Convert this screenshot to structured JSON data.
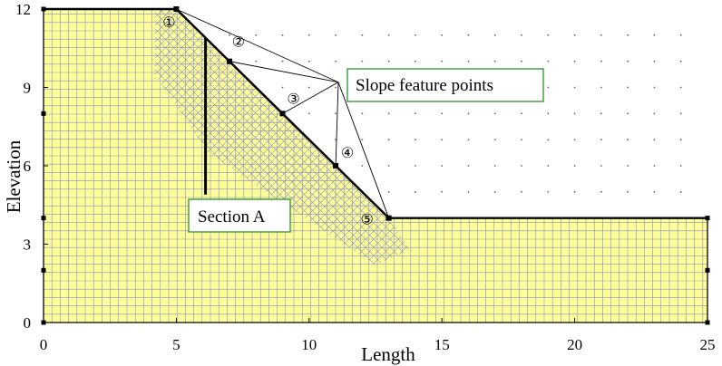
{
  "figure": {
    "axes": {
      "xlabel": "Length",
      "ylabel": "Elevation",
      "xlim": [
        0,
        25
      ],
      "ylim": [
        0,
        12
      ],
      "xticks": [
        "0",
        "5",
        "10",
        "15",
        "20",
        "25"
      ],
      "yticks": [
        "0",
        "3",
        "6",
        "9",
        "12"
      ]
    },
    "slope_geometry": {
      "profile_points": [
        [
          0,
          12
        ],
        [
          5,
          12
        ],
        [
          13,
          4
        ],
        [
          25,
          4
        ],
        [
          25,
          0
        ],
        [
          0,
          0
        ]
      ],
      "crest": [
        5,
        12
      ],
      "toe": [
        13,
        4
      ]
    },
    "section_line": {
      "x": 6.1,
      "y_bottom": 4.9,
      "y_top": 10.9
    },
    "feature_points": [
      {
        "label": "①",
        "x": 5.0,
        "y": 12.0
      },
      {
        "label": "②",
        "x": 7.0,
        "y": 10.0
      },
      {
        "label": "③",
        "x": 9.0,
        "y": 8.0
      },
      {
        "label": "④",
        "x": 11.0,
        "y": 6.0
      },
      {
        "label": "⑤",
        "x": 13.0,
        "y": 4.0
      }
    ],
    "callouts": {
      "slope_feature_points": "Slope feature points",
      "section_a": "Section A"
    },
    "colors": {
      "mesh_fill": "#ffff99",
      "mesh_line": "#8a8ac0",
      "outline": "#000000",
      "callout_border": "#3a9a3a"
    }
  }
}
